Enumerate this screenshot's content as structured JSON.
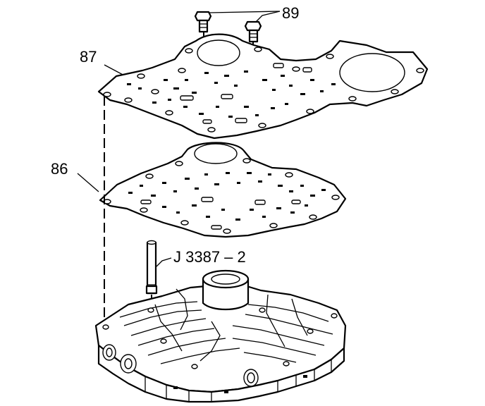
{
  "callouts": {
    "bolts": "89",
    "spacer_plate_gasket_upper": "87",
    "spacer_plate_gasket_lower": "86",
    "guide_pin_tool": "J 3387 – 2"
  }
}
